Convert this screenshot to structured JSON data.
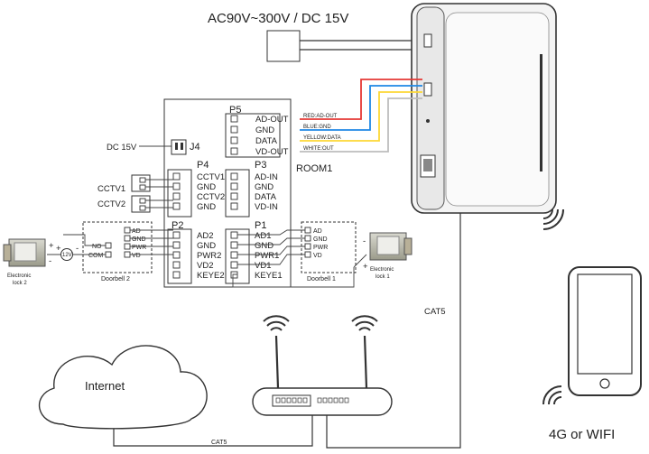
{
  "power": {
    "label": "AC90V~300V / DC 15V"
  },
  "dc_input": {
    "label": "DC 15V",
    "connector": "J4"
  },
  "room": {
    "label": "ROOM1"
  },
  "p5": {
    "title": "P5",
    "pins": [
      "AD-OUT",
      "GND",
      "DATA",
      "VD-OUT"
    ],
    "wires": [
      {
        "label": "RED:AD-OUT",
        "color": "#e53935"
      },
      {
        "label": "BLUE:GND",
        "color": "#1e88e5"
      },
      {
        "label": "YELLOW:DATA",
        "color": "#fdd835"
      },
      {
        "label": "WHITE:OUT",
        "color": "#bdbdbd"
      }
    ]
  },
  "p4": {
    "title": "P4",
    "pins": [
      "CCTV1",
      "GND",
      "CCTV2",
      "GND"
    ]
  },
  "p3": {
    "title": "P3",
    "pins": [
      "AD-IN",
      "GND",
      "DATA",
      "VD-IN"
    ]
  },
  "p2": {
    "title": "P2",
    "pins": [
      "AD2",
      "GND",
      "PWR2",
      "VD2",
      "KEYE2"
    ]
  },
  "p1": {
    "title": "P1",
    "pins": [
      "AD1",
      "GND",
      "PWR1",
      "VD1",
      "KEYE1"
    ]
  },
  "cctv": {
    "cam1": "CCTV1",
    "cam2": "CCTV2"
  },
  "doorbell2": {
    "label": "Doorbell 2",
    "pins": [
      "AD",
      "GND",
      "PWR",
      "VD"
    ],
    "no": "NO",
    "com": "COM"
  },
  "doorbell1": {
    "label": "Doorbell 1",
    "pins": [
      "AD",
      "GND",
      "PWR",
      "VD"
    ]
  },
  "battery": {
    "label": "12V",
    "plus": "+",
    "minus": "-"
  },
  "lock2": {
    "line1": "Electronic",
    "line2": "lock 2",
    "plus": "+",
    "minus": "-"
  },
  "lock1": {
    "line1": "Electronic",
    "line2": "lock 1",
    "plus": "+",
    "minus": "-"
  },
  "cloud": {
    "label": "Internet"
  },
  "cat5_top": "CAT5",
  "cat5_bottom": "CAT5",
  "phone": {
    "label": "4G or WIFI"
  },
  "colors": {
    "red": "#e53935",
    "blue": "#1e88e5",
    "yellow": "#fdd835",
    "white": "#bdbdbd",
    "line": "#333333"
  }
}
